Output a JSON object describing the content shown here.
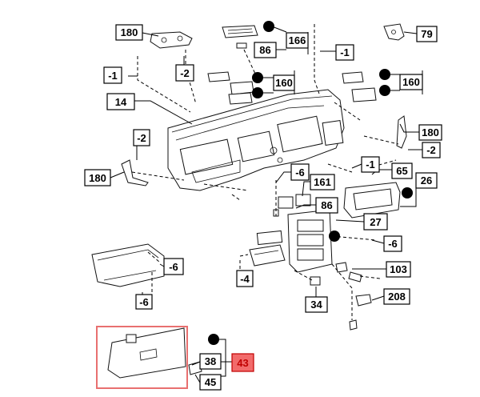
{
  "callouts": {
    "c180_top": "180",
    "c166": "166",
    "c86_top": "86",
    "c79": "79",
    "c1_left": "-1",
    "c2_top": "-2",
    "c1_right": "-1",
    "c160_left": "160",
    "c160_right": "160",
    "c14": "14",
    "c180_right": "180",
    "c2_right": "-2",
    "c2_left": "-2",
    "c1_mid": "-1",
    "c65": "65",
    "c180_left": "180",
    "c6_mid": "-6",
    "c161": "161",
    "c26": "26",
    "c86_mid": "86",
    "c27": "27",
    "c6_right": "-6",
    "c6_glove": "-6",
    "c103": "103",
    "c4": "-4",
    "c6_low": "-6",
    "c34": "34",
    "c208": "208",
    "c38": "38",
    "c43": "43",
    "c45": "45"
  },
  "colors": {
    "highlight_box": "#e87070",
    "highlight_label_fill": "#f26b6b",
    "highlight_label_text": "#c00000",
    "line": "#000000"
  }
}
